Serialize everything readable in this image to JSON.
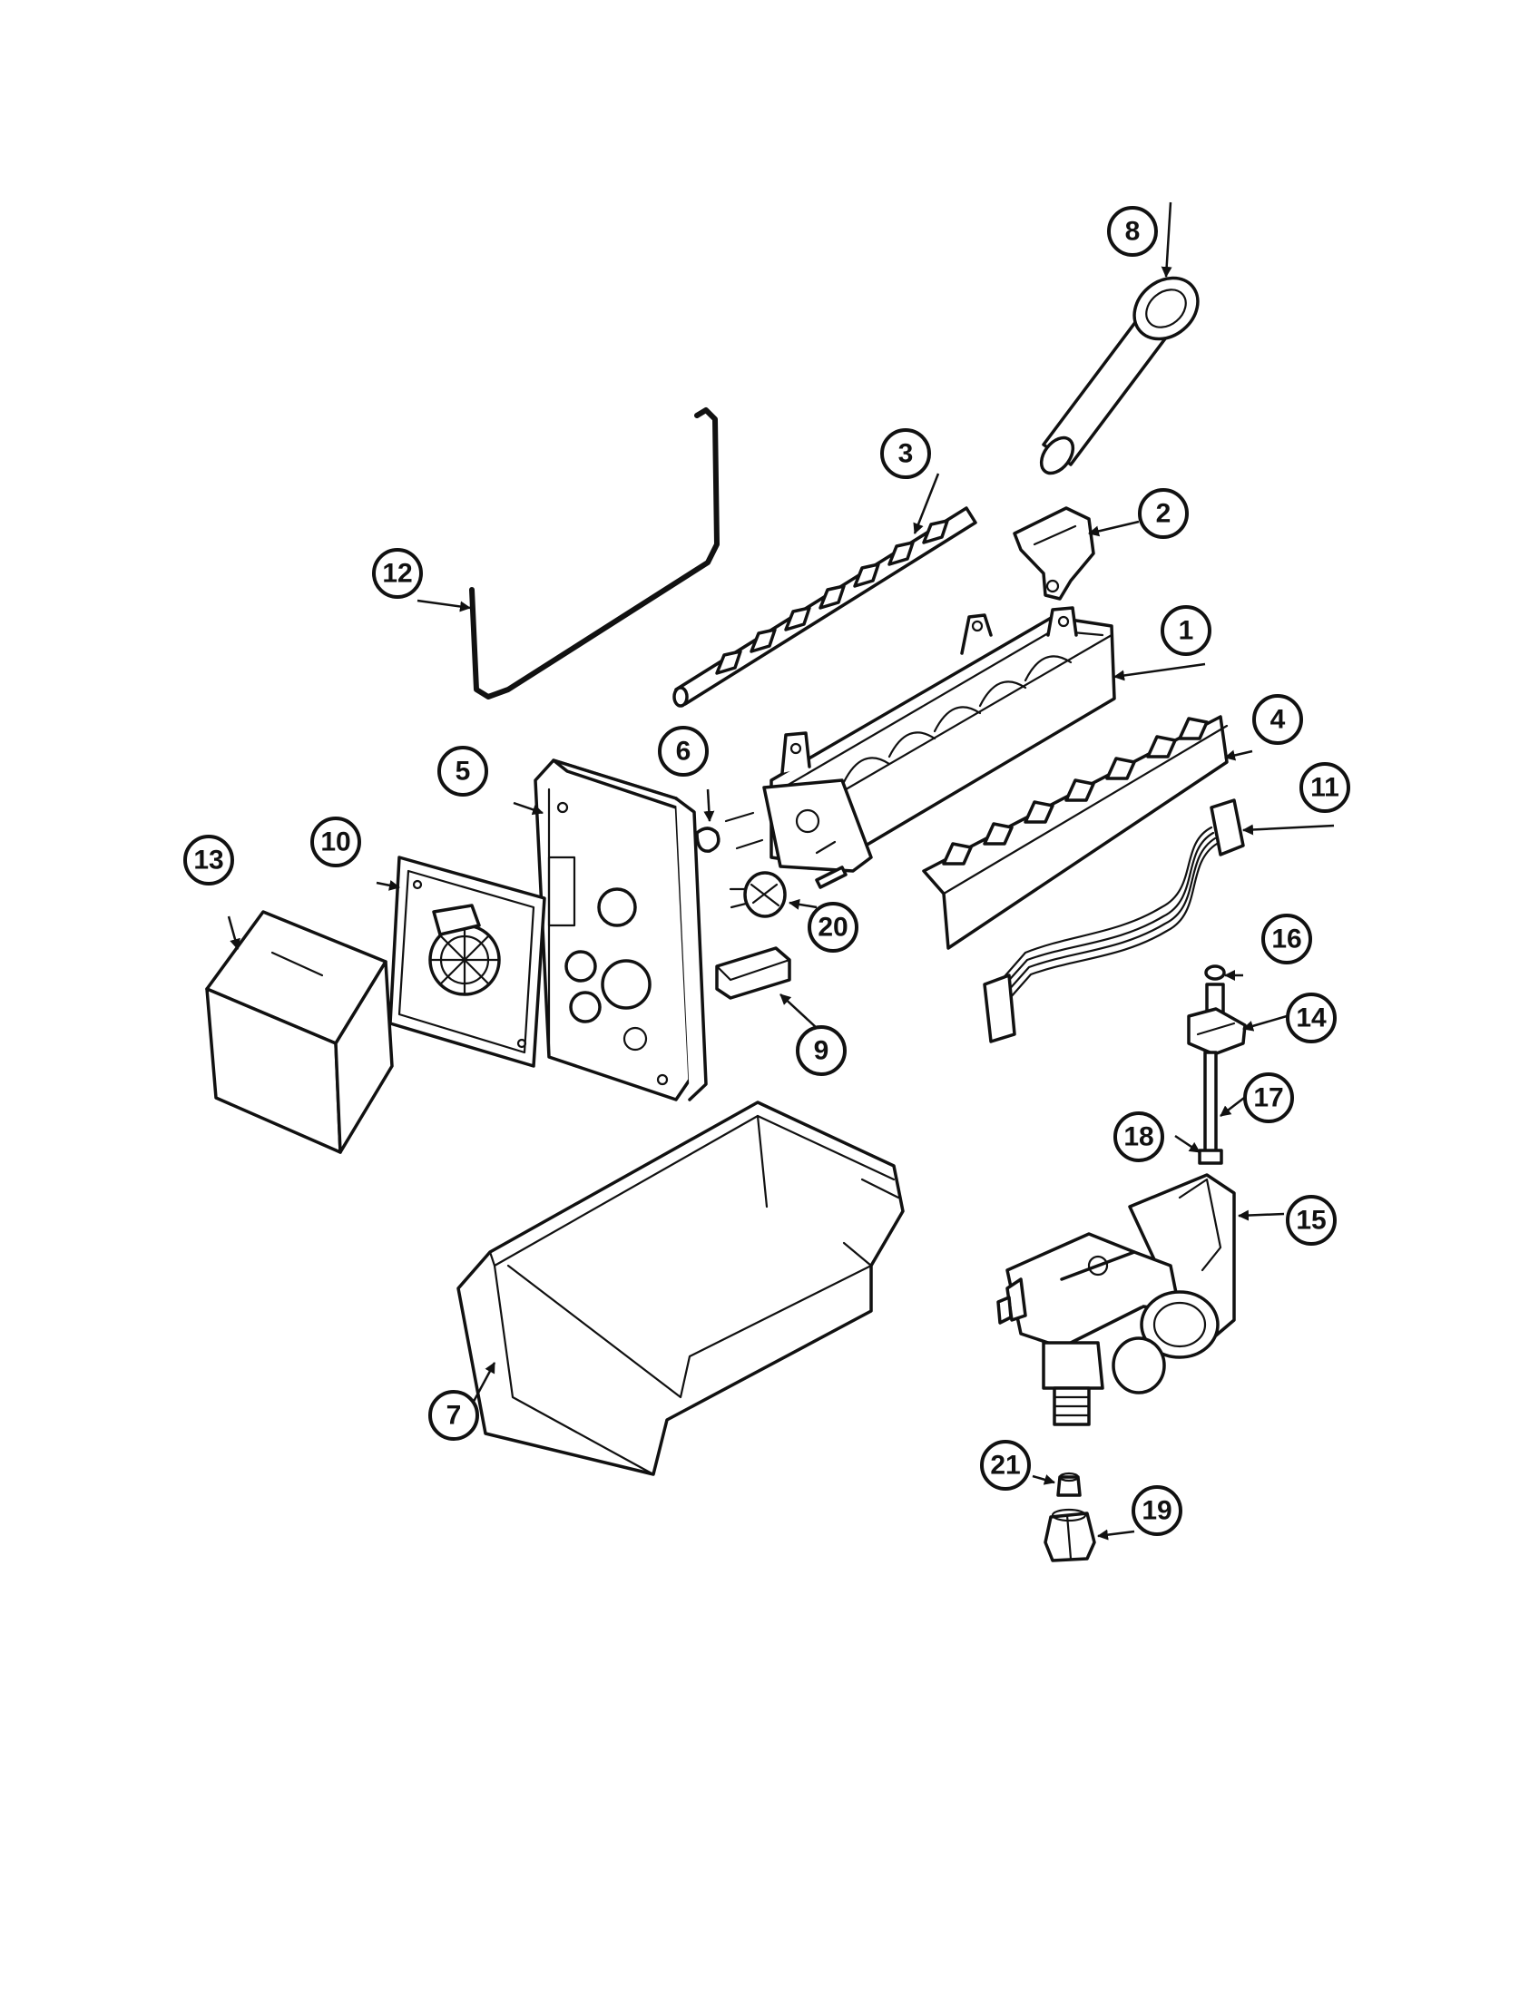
{
  "callouts": [
    {
      "id": "1",
      "label": "1"
    },
    {
      "id": "2",
      "label": "2"
    },
    {
      "id": "3",
      "label": "3"
    },
    {
      "id": "4",
      "label": "4"
    },
    {
      "id": "5",
      "label": "5"
    },
    {
      "id": "6",
      "label": "6"
    },
    {
      "id": "7",
      "label": "7"
    },
    {
      "id": "8",
      "label": "8"
    },
    {
      "id": "9",
      "label": "9"
    },
    {
      "id": "10",
      "label": "10"
    },
    {
      "id": "11",
      "label": "11"
    },
    {
      "id": "12",
      "label": "12"
    },
    {
      "id": "13",
      "label": "13"
    },
    {
      "id": "14",
      "label": "14"
    },
    {
      "id": "15",
      "label": "15"
    },
    {
      "id": "16",
      "label": "16"
    },
    {
      "id": "17",
      "label": "17"
    },
    {
      "id": "18",
      "label": "18"
    },
    {
      "id": "19",
      "label": "19"
    },
    {
      "id": "20",
      "label": "20"
    },
    {
      "id": "21",
      "label": "21"
    }
  ],
  "colors": {
    "ink": "#111111",
    "paper": "#ffffff"
  }
}
